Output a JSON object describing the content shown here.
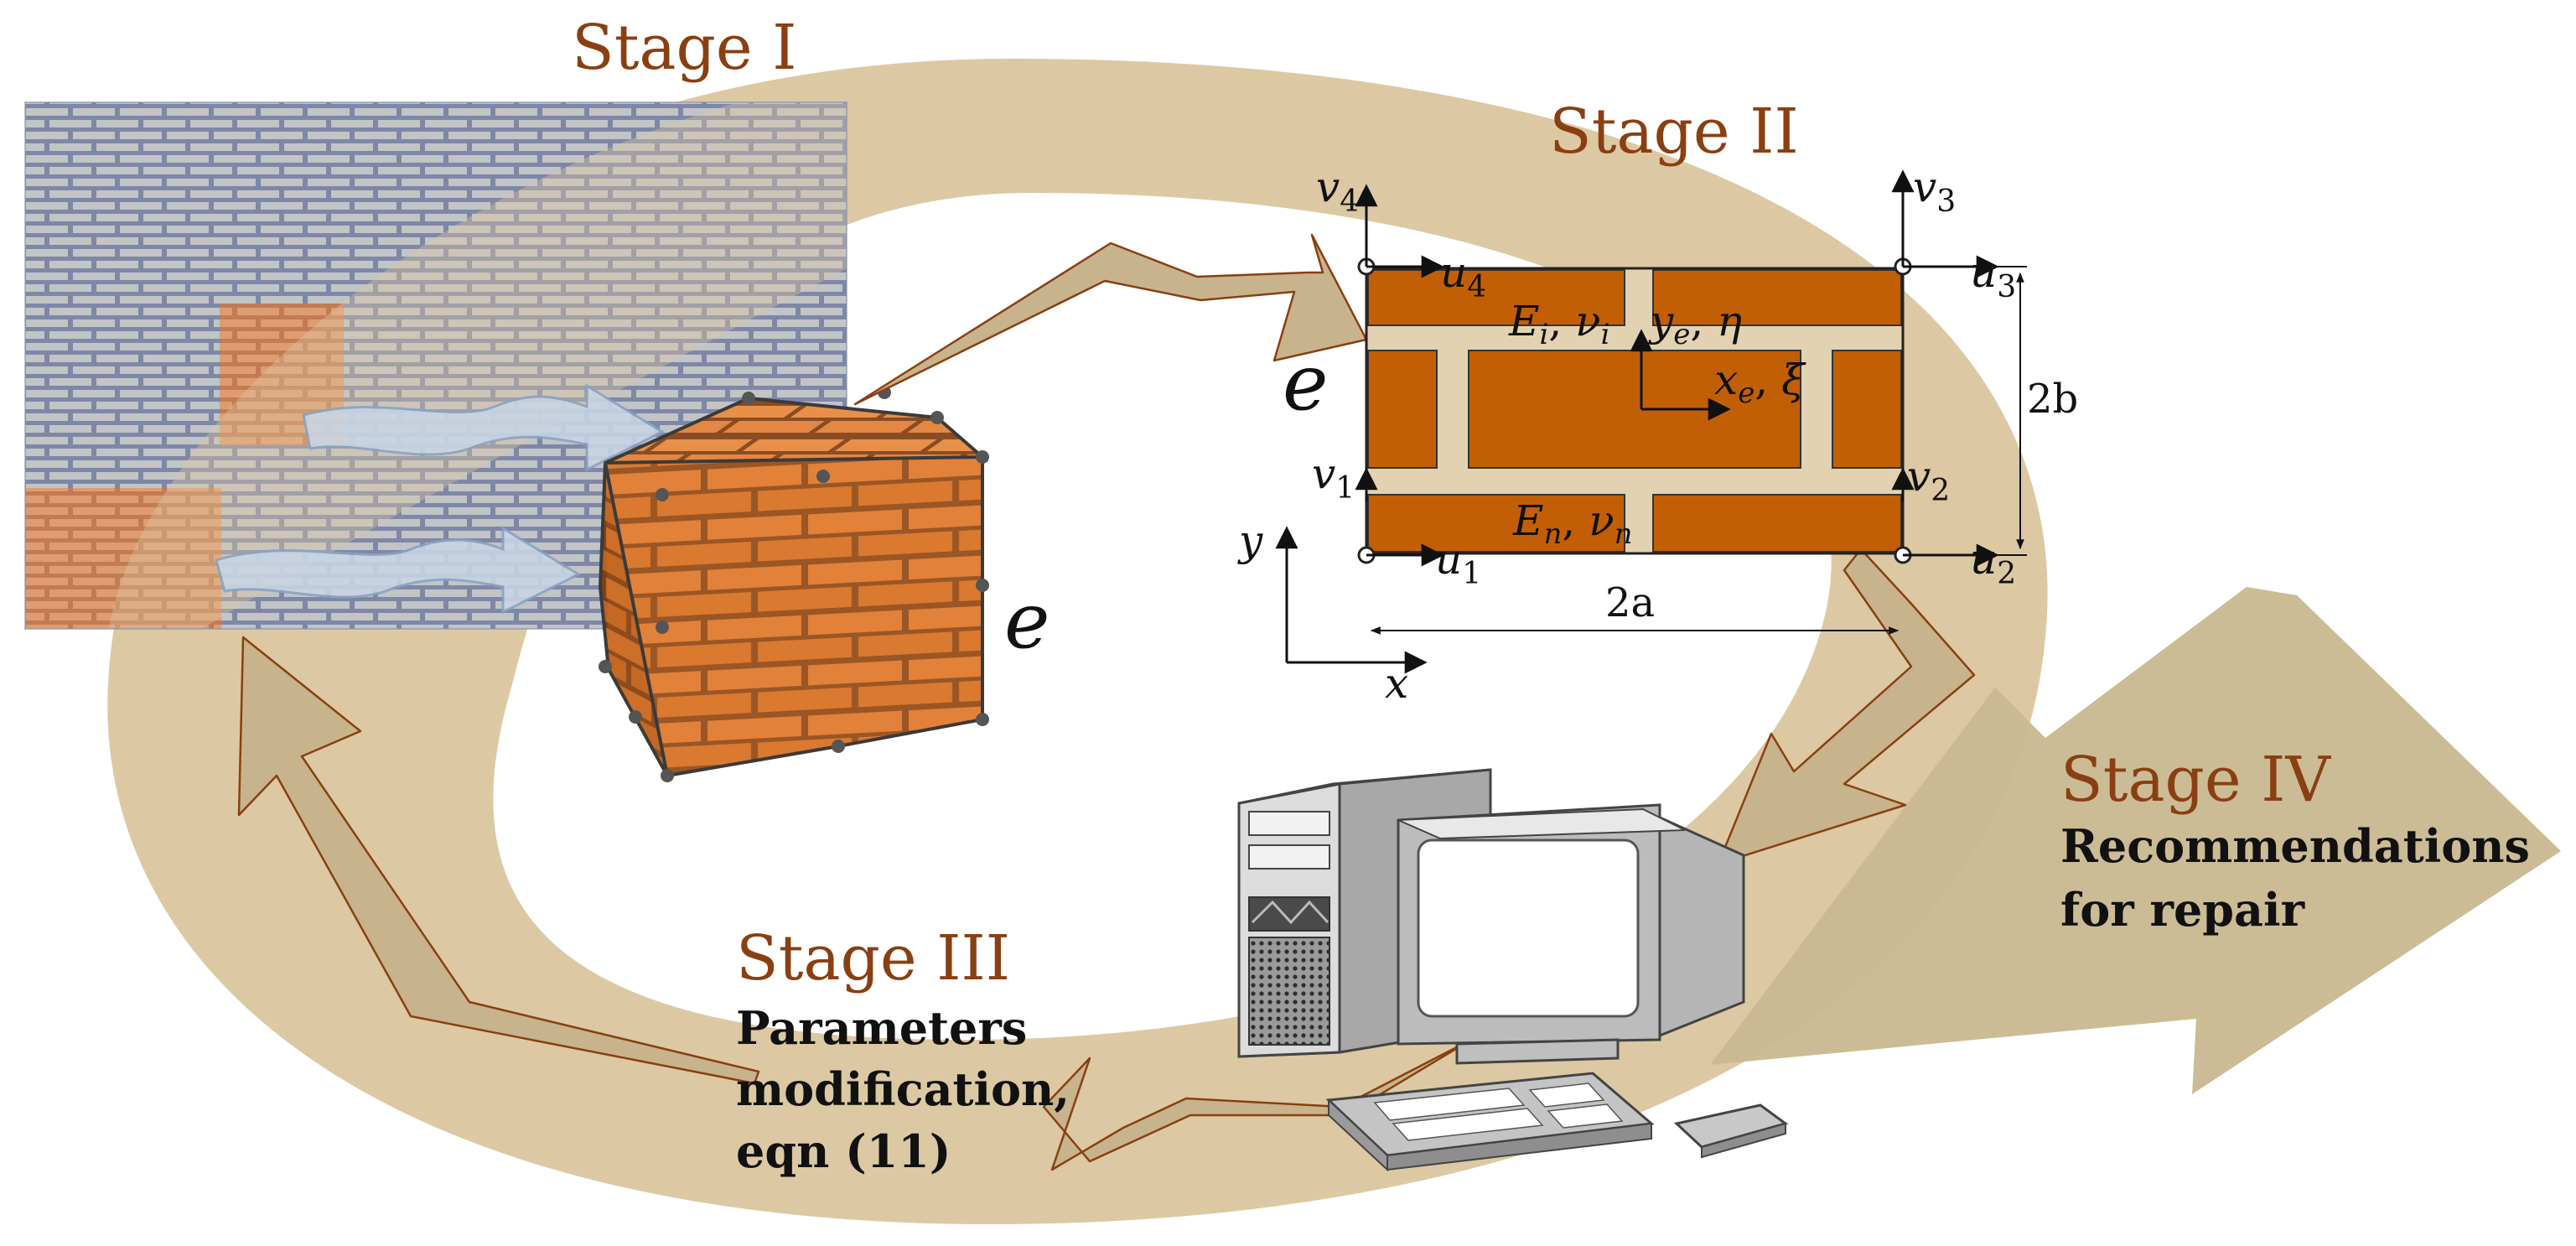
{
  "colors": {
    "loop": "#dcc9a3",
    "arrow_fill": "#c8b48c",
    "arrow_stroke": "#8a3f12",
    "brick": "#c8620a",
    "mortar": "#e3d2b1",
    "wall": "#9ea7c1",
    "stage_title": "#8a3f12"
  },
  "stages": {
    "stage1": {
      "title": "Stage I"
    },
    "stage2": {
      "title": "Stage II"
    },
    "stage3": {
      "title": "Stage III",
      "lines": [
        "Parameters",
        "modification,",
        "eqn (11)"
      ]
    },
    "stage4": {
      "title": "Stage IV",
      "lines": [
        "Recommendations",
        "for repair"
      ]
    }
  },
  "cube_label": "e",
  "element": {
    "label": "e",
    "dof": {
      "v4": "v",
      "v4_sub": "4",
      "v3": "v",
      "v3_sub": "3",
      "v1": "v",
      "v1_sub": "1",
      "v2": "v",
      "v2_sub": "2",
      "u4": "u",
      "u4_sub": "4",
      "u3": "u",
      "u3_sub": "3",
      "u1": "u",
      "u1_sub": "1",
      "u2": "u",
      "u2_sub": "2"
    },
    "material_top": {
      "E": "E",
      "E_sub": "i",
      "nu": "ν",
      "nu_sub": "i"
    },
    "material_bottom": {
      "E": "E",
      "E_sub": "n",
      "nu": "ν",
      "nu_sub": "n"
    },
    "local_y": {
      "sym": "y",
      "sub": "e",
      "greek": "η"
    },
    "local_x": {
      "sym": "x",
      "sub": "e",
      "greek": "ξ"
    },
    "dim_width": "2a",
    "dim_height": "2b",
    "axis_x": "x",
    "axis_y": "y"
  }
}
